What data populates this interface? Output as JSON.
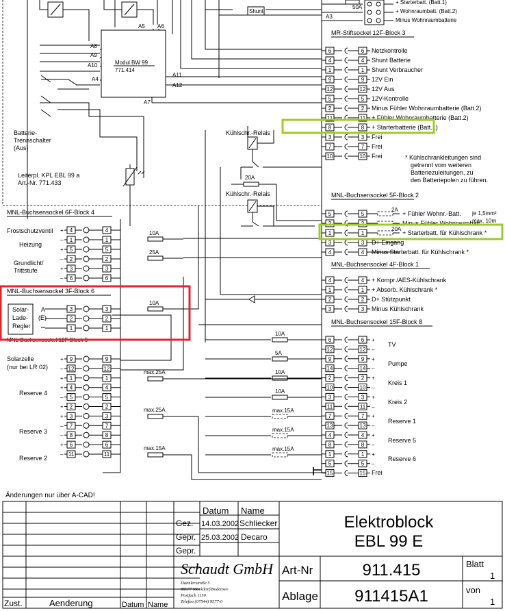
{
  "top": {
    "row1": "+ Starterbatt. (Batt.1)",
    "row2": "+ Wohnraumbatt. (Batt.2)",
    "row3": "Minus Wohnraumbatterie",
    "shunt": "Shunt",
    "a3": "A3",
    "fuse50": "50A"
  },
  "module": {
    "name": "Modul BW 99",
    "num": "771.414",
    "pins": [
      "A5",
      "A6",
      "A8",
      "A9",
      "A10",
      "A4",
      "A11",
      "A12",
      "A7"
    ]
  },
  "mr_block": {
    "title": "MR-Stiftsockel 12F-Block 3",
    "rows": [
      {
        "pin": "6",
        "label": "Netzkontrolle"
      },
      {
        "pin": "4",
        "label": "Shunt Batterie"
      },
      {
        "pin": "1",
        "label": "Shunt Verbraucher"
      },
      {
        "pin": "9",
        "label": "12V Ein"
      },
      {
        "pin": "12",
        "label": "12V Aus"
      },
      {
        "pin": "5",
        "label": "12V-Kontrolle"
      },
      {
        "pin": "2",
        "label": "Minus Fühler Wohnraumbatterie (Batt.2)"
      },
      {
        "pin": "11",
        "label": "+ Fühler Wohnraumbatterie (Batt.2)"
      },
      {
        "pin": "8",
        "label": "+ Starterbatterie (Batt.1)"
      },
      {
        "pin": "3",
        "label": "Frei"
      },
      {
        "pin": "7",
        "label": "Frei"
      },
      {
        "pin": "10",
        "label": "Frei"
      }
    ]
  },
  "left_notes": {
    "batterie1": "Batterie-",
    "batterie2": "Trennschalter",
    "batterie3": "(Aus)",
    "leiterpl1": "Leiterpl. KPL EBL 99 a",
    "leiterpl2": "Art.-Nr. 771.433"
  },
  "relais": {
    "k1": "Kühlschr.-Relais",
    "k2": "Kühlschr.-Relais",
    "fuse20": "20A"
  },
  "note_lines": [
    "* Kühlschrankleitungen sind",
    "getrennt vom weiteren",
    "Batteriezuleitungen, zu",
    "den Batteriepolen zu führen."
  ],
  "block6f4": {
    "title": "MNL-Buchsensockel 6F-Block 4",
    "label1": "Frostschutzventil",
    "label2": "Heizung",
    "label3": "Grundlicht/",
    "label4": "Trittstufe",
    "pins": [
      "4",
      "1",
      "5",
      "2",
      "3",
      "6"
    ],
    "f1": "10A",
    "f2": "25A"
  },
  "block3f6": {
    "title": "MNL-Buchsensockel 3F-Block 6",
    "l1": "Solar-",
    "l2": "Lade-",
    "l3": "Regler",
    "a": "A",
    "e": "(E)",
    "pins": [
      "3",
      "2",
      "1"
    ],
    "f": "10A"
  },
  "block12f5": {
    "title": "MNL-Buchsensockel 12F-Block 5",
    "solar1": "Solarzelle",
    "solar2": "(nur bei LR 02)",
    "r4": "Reserve 4",
    "r3": "Reserve 3",
    "r2": "Reserve 2",
    "pins": [
      "9",
      "12",
      "1",
      "4",
      "5",
      "2",
      "3",
      "7",
      "8",
      "6",
      "11"
    ],
    "f1": "max.25A",
    "f2": "max.25A",
    "f3": "max.15A"
  },
  "block5f2": {
    "title": "MNL-Buchsensockel 5F-Block 2",
    "rows": [
      {
        "pin": "5",
        "label": "+ Fühler Wohnr.-Batt."
      },
      {
        "pin": "2",
        "label": "Minus Fühler Wohnraumbatt."
      },
      {
        "pin": "1",
        "label": "+ Starterbatt. für Kühlschrank *"
      },
      {
        "pin": "3",
        "label": "D+ Eingang"
      },
      {
        "pin": "4",
        "label": "Minus Starterbatt. für Kühlschrank *"
      }
    ],
    "f2a": "2A",
    "f20a": "20A",
    "wire1": "je 1,5mm²",
    "wire2": "max. 10m"
  },
  "block4f1": {
    "title": "MNL-Buchsensockel 4F-Block 1",
    "rows": [
      {
        "pin": "4",
        "label": "+ Kompr./AES-Kühlschrank"
      },
      {
        "pin": "1",
        "label": "+ Absorb. Kühlschrank *"
      },
      {
        "pin": "2",
        "label": "D+ Stützpunkt"
      },
      {
        "pin": "3",
        "label": "Minus Kühlschrank"
      }
    ]
  },
  "block15f8": {
    "title": "MNL-Buchsensockel 15F-Block 8",
    "pins": [
      "6",
      "12",
      "9",
      "14",
      "2",
      "10",
      "3",
      "11",
      "7",
      "13",
      "4",
      "8",
      "1",
      "5",
      "15"
    ],
    "labels": [
      "TV",
      "Pumpe",
      "Kreis 1",
      "Kreis 2",
      "Reserve 1",
      "Reserve 5",
      "Reserve 6",
      "Frei"
    ],
    "fuses": [
      "10A",
      "5A",
      "10A",
      "10A",
      "max.15A",
      "max.15A",
      "max.15A"
    ]
  },
  "footer_note": "Änderungen nur über A-CAD!",
  "titleblock": {
    "datum": "Datum",
    "name": "Name",
    "gez": "Gez.",
    "gez_date": "14.03.2002",
    "gez_name": "Schliecker",
    "gepr": "Gepr.",
    "gepr_date": "25.03.2002",
    "gepr_name": "Decaro",
    "gepr2": "Gepr.",
    "title1": "Elektroblock",
    "title2": "EBL 99 E",
    "company": "Schaudt GmbH",
    "addr": [
      "Daimlerstraße 5",
      "88677 Markdorf/Bodensee",
      "Postfach 1150",
      "Telefon (07544) 9577-0"
    ],
    "artnr_label": "Art-Nr",
    "artnr": "911.415",
    "ablage_label": "Ablage",
    "ablage": "911415A1",
    "blatt_label": "Blatt",
    "blatt": "1",
    "von_label": "von",
    "von": "1",
    "zust": "Zust.",
    "aenderung": "Aenderung",
    "datum2": "Datum",
    "name2": "Name"
  },
  "highlights": {
    "red": "#e5232b",
    "green": "#9ccc2a"
  }
}
